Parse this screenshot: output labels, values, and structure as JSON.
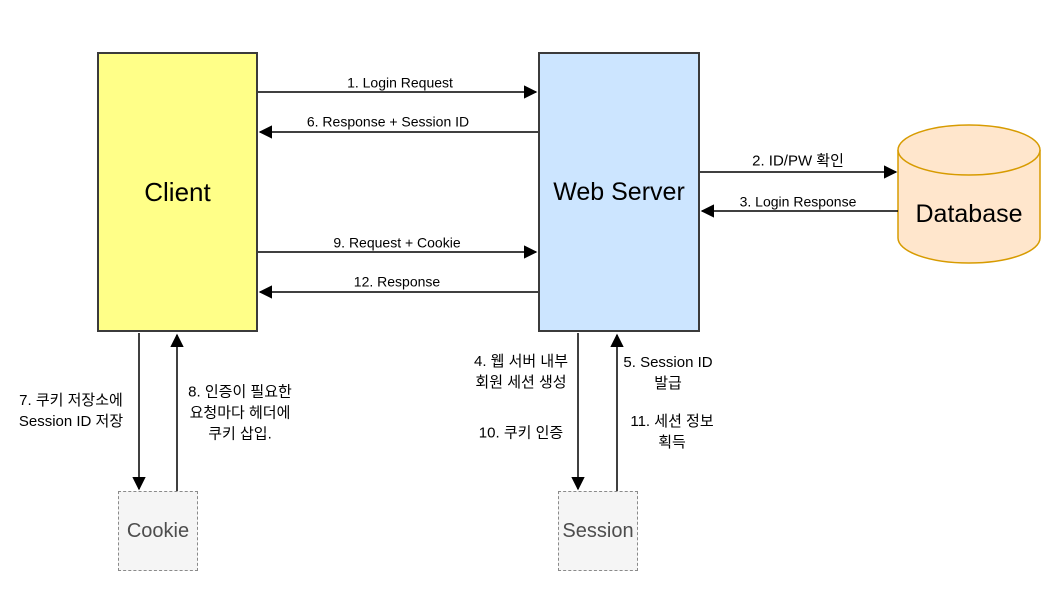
{
  "nodes": {
    "client": "Client",
    "web_server": "Web Server",
    "database": "Database",
    "cookie": "Cookie",
    "session": "Session"
  },
  "messages": {
    "m1": "1. Login Request",
    "m2": "2. ID/PW 확인",
    "m3": "3. Login Response",
    "m4": "4. 웹 서버 내부\n회원 세션 생성",
    "m5": "5. Session ID\n발급",
    "m6": "6. Response + Session ID",
    "m7": "7. 쿠키 저장소에\nSession ID 저장",
    "m8": "8. 인증이 필요한\n요청마다 헤더에\n쿠키 삽입.",
    "m9": "9. Request + Cookie",
    "m10": "10. 쿠키 인증",
    "m11": "11. 세션 정보\n획득",
    "m12": "12. Response"
  },
  "colors": {
    "client_fill": "#FFFF88",
    "server_fill": "#CCE5FF",
    "database_fill": "#FFE6CC",
    "database_border": "#D79B00",
    "store_fill": "#F5F5F5",
    "store_border": "#8A8A8A",
    "node_border": "#3B3B3B",
    "arrow": "#000000"
  }
}
